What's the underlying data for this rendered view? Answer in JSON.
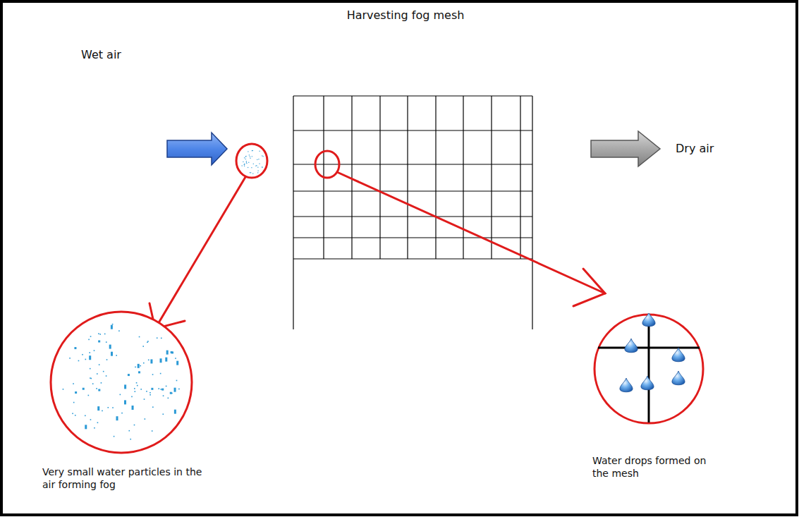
{
  "diagram": {
    "title": "Harvesting fog mesh",
    "nodes": [
      {
        "text": [
          "Very small water particles in the air forming fog"
        ]
      },
      {
        "text": [
          "Water drops formed on the mesh"
        ]
      }
    ],
    "labels": [
      "Wet air",
      "Dry air"
    ]
  }
}
